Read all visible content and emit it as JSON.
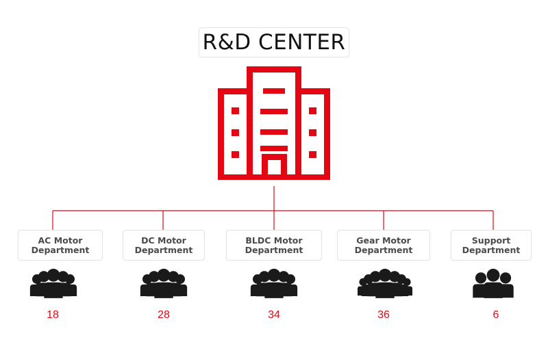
{
  "title": "R&D CENTER",
  "colors": {
    "accent": "#e30613",
    "text": "#111111",
    "label": "#4a4a4a"
  },
  "icons": {
    "center": "office-building-icon",
    "staff": "group-of-people-icon"
  },
  "departments": [
    {
      "label": "AC Motor\nDepartment",
      "count": "18"
    },
    {
      "label": "DC Motor\nDepartment",
      "count": "28"
    },
    {
      "label": "BLDC Motor\nDepartment",
      "count": "34"
    },
    {
      "label": "Gear Motor\nDepartment",
      "count": "36"
    },
    {
      "label": "Support\nDepartment",
      "count": "6"
    }
  ]
}
